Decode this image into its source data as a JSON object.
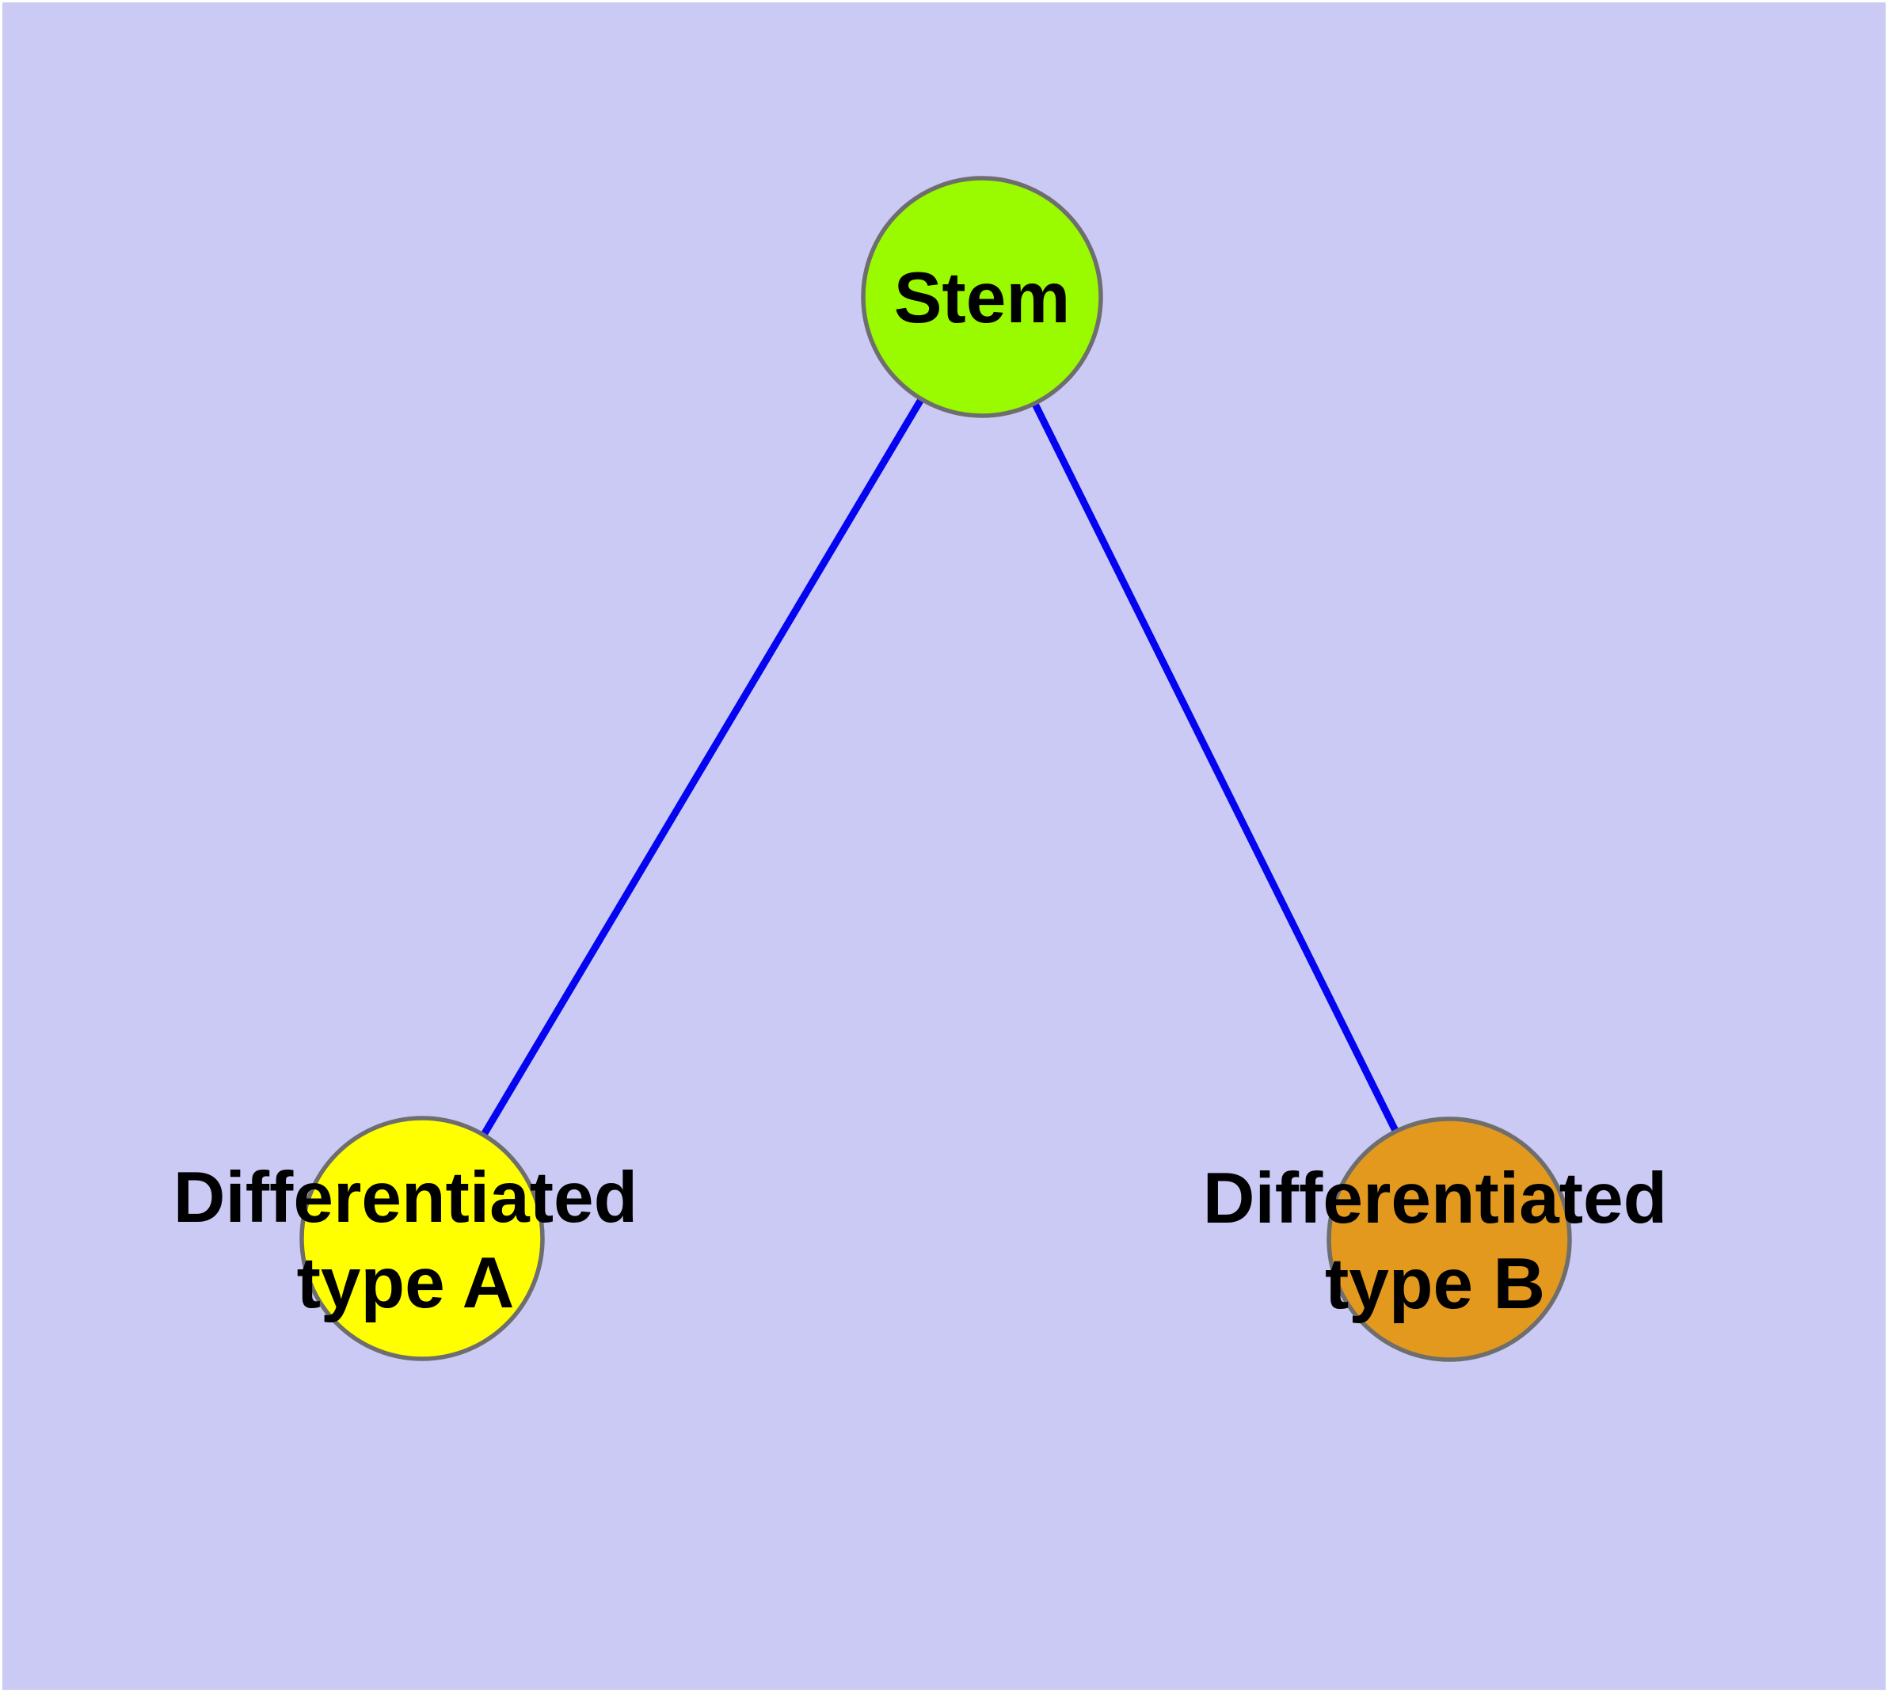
{
  "diagram": {
    "description": "Cell differentiation graph: one stem node with two differentiated child types",
    "background_color": "#cacaf5",
    "frame_color": "#ffffff",
    "edge_color": "#0404f0",
    "node_border_color": "#6e6e6e",
    "label_color": "#000000",
    "nodes": {
      "stem": {
        "label": "Stem",
        "fill": "#9afa00"
      },
      "type_a": {
        "line1": "Differentiated",
        "line2": "type A",
        "fill": "#ffff00"
      },
      "type_b": {
        "line1": "Differentiated",
        "line2": "type B",
        "fill": "#e2991e"
      }
    },
    "edges": [
      {
        "from": "Stem",
        "to": "Differentiated type A"
      },
      {
        "from": "Stem",
        "to": "Differentiated type B"
      }
    ]
  }
}
